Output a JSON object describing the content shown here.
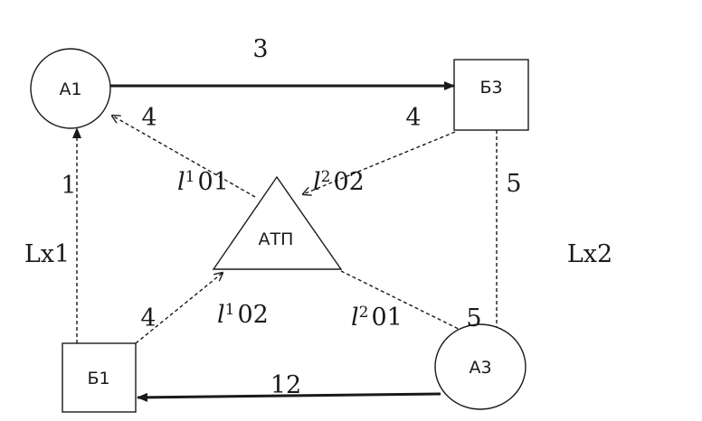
{
  "nodes": {
    "a1": "А1",
    "b3": "Б3",
    "atp": "АТП",
    "b1": "Б1",
    "a3": "А3"
  },
  "edge_numbers": {
    "a1_b3": "3",
    "atp_a1": "4",
    "atp_b3": "4",
    "b1_a1": "1",
    "b3_a3": "5",
    "b1_atp": "4",
    "atp_a3": "5",
    "a3_b1": "12"
  },
  "routes": {
    "lx1": "Lx1",
    "lx2": "Lx2"
  },
  "route_labels": {
    "r1": {
      "l": "l",
      "sup": "1",
      "num": "01"
    },
    "r2": {
      "l": "l",
      "sup": "2",
      "num": "02"
    },
    "r3": {
      "l": "l",
      "sup": "1",
      "num": "02"
    },
    "r4": {
      "l": "l",
      "sup": "2",
      "num": "01"
    }
  }
}
